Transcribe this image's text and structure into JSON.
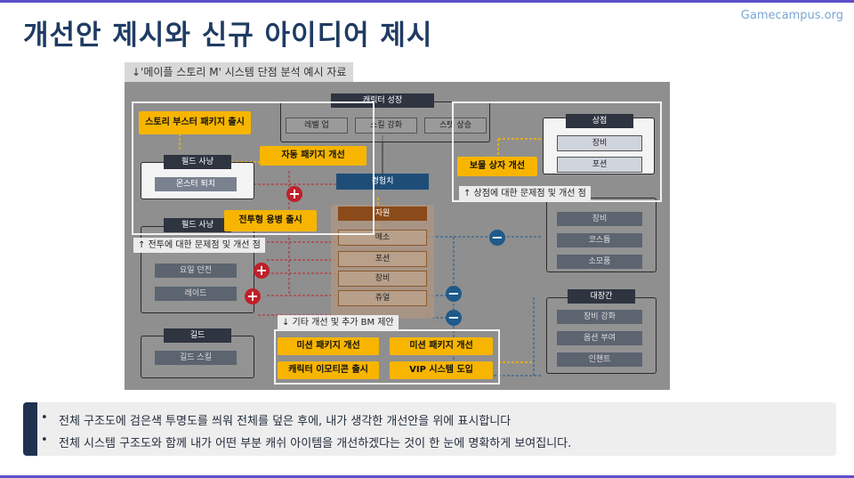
{
  "header": {
    "title": "개선안 제시와 신규 아이디어 제시",
    "watermark": "Gamecampus.org"
  },
  "caption": "↓'메이플 스토리 M' 시스템 단점 분석 예시 자료",
  "diagram": {
    "character_growth": {
      "title": "캐릭터 성장",
      "items": [
        "레벨 업",
        "스킬 강화",
        "스탯 상승"
      ]
    },
    "field_hunt_1": {
      "title": "필드 사냥",
      "item": "몬스터 퇴치"
    },
    "field_hunt_2": {
      "title": "필드 사냥",
      "items": [
        "요일 던전",
        "레이드"
      ]
    },
    "guild": {
      "title": "길드",
      "item": "길드 스킬"
    },
    "exp": "경험치",
    "resources": {
      "title": "자원",
      "items": [
        "메소",
        "포션",
        "장비",
        "쥬얼"
      ]
    },
    "shop": {
      "title": "상점",
      "items": [
        "장비",
        "포션"
      ]
    },
    "shop2": {
      "items": [
        "장비",
        "코스튬",
        "소모품"
      ]
    },
    "smith": {
      "title": "대장간",
      "items": [
        "장비 강화",
        "옵션 부여",
        "인챈트"
      ]
    },
    "proposals": {
      "story_booster": "스토리 부스터 패키지 출시",
      "auto_package": "자동 패키지 개선",
      "combat_mercenary": "전투형 용병 출시",
      "treasure_box": "보물 상자 개선",
      "mission_package_1": "미션 패키지 개선",
      "mission_package_2": "미션 패키지 개선",
      "emoticon": "캐릭터 이모티콘 출시",
      "vip": "VIP  시스템 도입"
    },
    "notes": {
      "shop_issue": "↑ 상점에 대한 문제점 및 개선 점",
      "combat_issue": "↑ 전투에 대한 문제점 및 개선 점",
      "etc": "↓ 기타 개선 및 추가 BM 제안"
    }
  },
  "bullets": [
    "전체 구조도에 검은색 투명도를 씌워 전체를 덮은 후에, 내가 생각한 개선안을 위에 표시합니다",
    "전체 시스템 구조도와 함께 내가 어떤 부분 캐쉬 아이템을 개선하겠다는 것이 한 눈에 명확하게 보여집니다."
  ],
  "colors": {
    "title": "#1f3b63",
    "accent_bar": "#5b4fc9",
    "proposal": "#f7b500",
    "plus": "#c0202a",
    "minus": "#1e5a8a"
  }
}
